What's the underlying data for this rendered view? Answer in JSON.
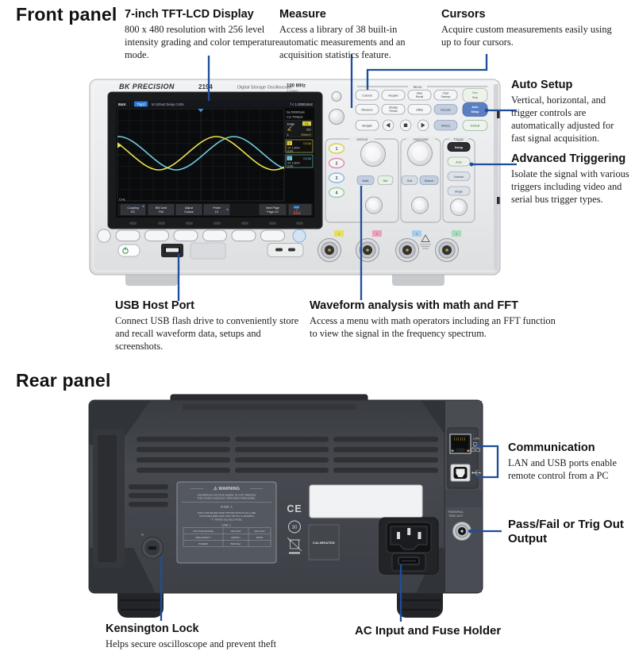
{
  "page": {
    "front_heading": "Front panel",
    "rear_heading": "Rear panel"
  },
  "callouts": {
    "display": {
      "title": "7-inch TFT-LCD Display",
      "body": "800 x 480 resolution with 256 level intensity grading and color temperature mode."
    },
    "measure": {
      "title": "Measure",
      "body": "Access a library of 38 built-in automatic measurements and an acquisition statistics feature."
    },
    "cursors": {
      "title": "Cursors",
      "body": "Acquire custom measurements easily using up to four cursors."
    },
    "auto_setup": {
      "title": "Auto Setup",
      "body": "Vertical, horizontal, and trigger controls are automatically adjusted for fast signal acquisition."
    },
    "advanced_triggering": {
      "title": "Advanced Triggering",
      "body": "Isolate the signal with various triggers including video and serial bus trigger types."
    },
    "usb_host": {
      "title": "USB Host Port",
      "body": "Connect USB flash drive to conveniently store and recall waveform data, setups and screenshots."
    },
    "waveform": {
      "title": "Waveform analysis with math and FFT",
      "body": "Access a menu with math operators including an FFT function to view the signal in the frequency spectrum."
    },
    "communication": {
      "title": "Communication",
      "body": "LAN and USB ports enable remote control from a PC"
    },
    "passfail": {
      "title": "Pass/Fail or Trig Out Output"
    },
    "kensington": {
      "title": "Kensington Lock",
      "body": "Helps secure oscilloscope and prevent theft"
    },
    "ac_input": {
      "title": "AC Input and Fuse Holder"
    }
  },
  "front": {
    "brand": "BK PRECISION",
    "model": "2194",
    "subtitle": "Digital Storage Oscilloscope",
    "bandwidth": "100 MHz",
    "samplerate": "1 GSa/s",
    "menu_label": "Menu",
    "screen": {
      "logo": "B&K",
      "trig": "Trig'd",
      "timebase": "M 100us/ Delay 0.00s",
      "freq": "f < 1.00001kHz",
      "sa": "Sa 500MSa/s",
      "cur": "Cur 700kpts",
      "edge_title": "Edge",
      "edge_src": "C1",
      "edge_coupling": "DC",
      "edge_level_prefix": "L",
      "edge_level": "900mV",
      "ch1": {
        "num": "1",
        "imp": "DC1M",
        "scale": "1X 1.00V/",
        "offset": "0.0V"
      },
      "ch2": {
        "num": "2",
        "imp": "DC1M",
        "scale": "1X 1.00V/",
        "offset": "0.0V"
      },
      "ch_label": "CH1",
      "softkeys": [
        {
          "l1": "Coupling",
          "l2": "DC"
        },
        {
          "l1": "BW Limit",
          "l2": "Full"
        },
        {
          "l1": "Adjust",
          "l2": "Coarse"
        },
        {
          "l1": "Probe",
          "l2": "1X"
        },
        {
          "l1": "Next Page",
          "l2": "Page 1/2"
        }
      ]
    },
    "buttons": {
      "cursors": "Cursors",
      "acquire": "Acquire",
      "save": {
        "l1": "Save",
        "l2": "Recall"
      },
      "clear": {
        "l1": "Clear",
        "l2": "Sweeps"
      },
      "run": {
        "l1": "Run",
        "l2": "Stop"
      },
      "measure": "Measure",
      "display": {
        "l1": "Display",
        "l2": "Persist"
      },
      "utility": "Utility",
      "decode": "Decode",
      "autoset": {
        "l1": "Auto",
        "l2": "Setup"
      },
      "navigate": "Navigate",
      "history": "History",
      "default": "Default",
      "math": "Math",
      "ref": "Ref",
      "roll": "Roll",
      "search": "Search",
      "t_setup": "Setup",
      "t_auto": "Auto",
      "t_normal": "Normal",
      "t_single": "Single"
    },
    "sections": {
      "v": "Vertical",
      "h": "Horizontal",
      "t": "Trigger"
    },
    "channels": [
      "1",
      "2",
      "3",
      "4"
    ]
  },
  "rear": {
    "warning": {
      "title": "⚠ WARNING",
      "l1": "HAZARDOUS VOLTAGE INSIDE. DO NOT REMOVE",
      "l2": "THE COVER UNLESS BY SPECIFIED PERSONNEL.",
      "fuse": "FUSE  ⚠",
      "l3": "FOR CONTINUED FIRE PROTECTION AT ALL LINE",
      "l4": "VOLTAGES REPLACE ONLY WITH A 1.25A/250V",
      "l5": "\"T\" RATED SLO-BLO FUSE.",
      "line": "LINE  ⚠",
      "table": [
        [
          "VOLTAGE RANGE",
          "100-240V",
          "100-120V"
        ],
        [
          "FREQUENCY",
          "50/60Hz",
          "400Hz"
        ],
        [
          "POWER",
          "50W Max",
          ""
        ]
      ]
    },
    "ce": "CE",
    "thirty": "30",
    "calibrated": "CALIBRATED",
    "lan": "LAN",
    "passfail_l1": "PASS/FAIL",
    "passfail_l2": "TRIG OUT"
  },
  "colors": {
    "callout_line": "#1d4e9b",
    "wave_ch1": "#e8e24e",
    "wave_ch2": "#72cbdd",
    "ch1_ring": "#d9cf4a",
    "ch2_ring": "#dd8bab",
    "ch3_ring": "#8bb9de",
    "ch4_ring": "#93cfa4",
    "auto_setup_btn": "#5a7fc4",
    "trig_badge": "#2e7bd6"
  }
}
